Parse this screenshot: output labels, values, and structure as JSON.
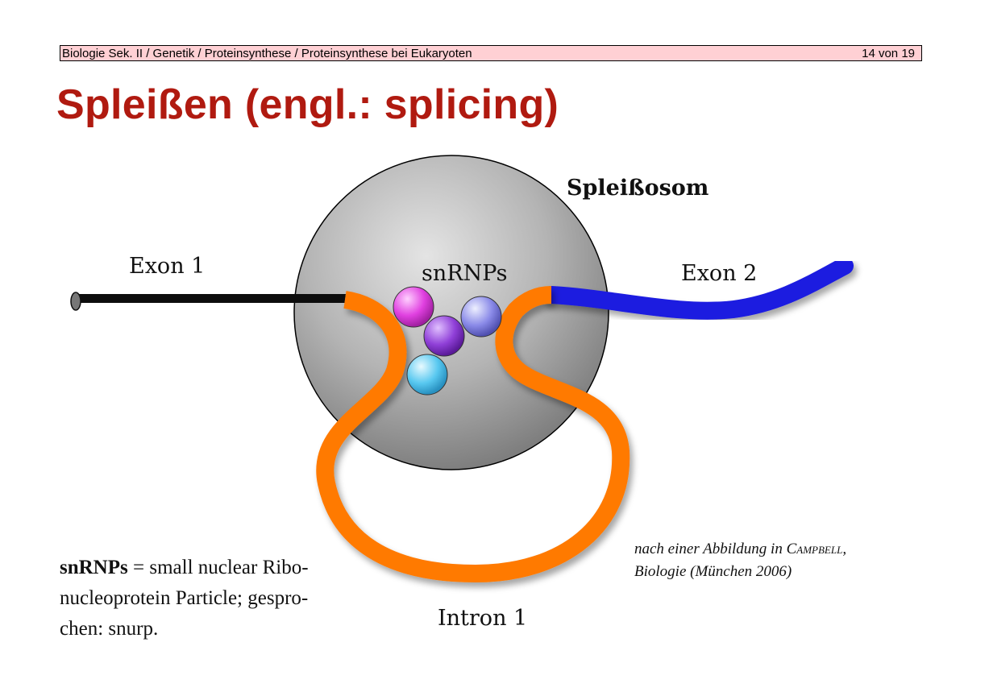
{
  "header": {
    "breadcrumb": "Biologie Sek. II / Genetik / Proteinsynthese / Proteinsynthese bei Eukaryoten",
    "page_number": "14 von 19"
  },
  "title": "Spleißen (engl.: splicing)",
  "diagram": {
    "spliceosome_label": "Spleißosom",
    "snrnps_label": "snRNPs",
    "exon1_label": "Exon 1",
    "exon2_label": "Exon 2",
    "intron1_label": "Intron 1",
    "colors": {
      "exon1": "#111111",
      "exon2": "#1a1ae0",
      "intron": "#ff7a00",
      "sphere": "#b8b8b8",
      "snrnp_magenta": "#e040e0",
      "snrnp_purple": "#9040d8",
      "snrnp_lavender": "#8a8ae8",
      "snrnp_cyan": "#58c8f0"
    }
  },
  "footnote": {
    "term": "snRNPs",
    "line1_rest": " = small nuclear Ribo-",
    "line2": "nucleoprotein Particle; gespro-",
    "line3": "chen: snurp."
  },
  "source": {
    "line1_prefix": "nach einer Abbildung in ",
    "author": "Campbell",
    "line1_suffix": ",",
    "line2": "Biologie (München 2006)"
  }
}
